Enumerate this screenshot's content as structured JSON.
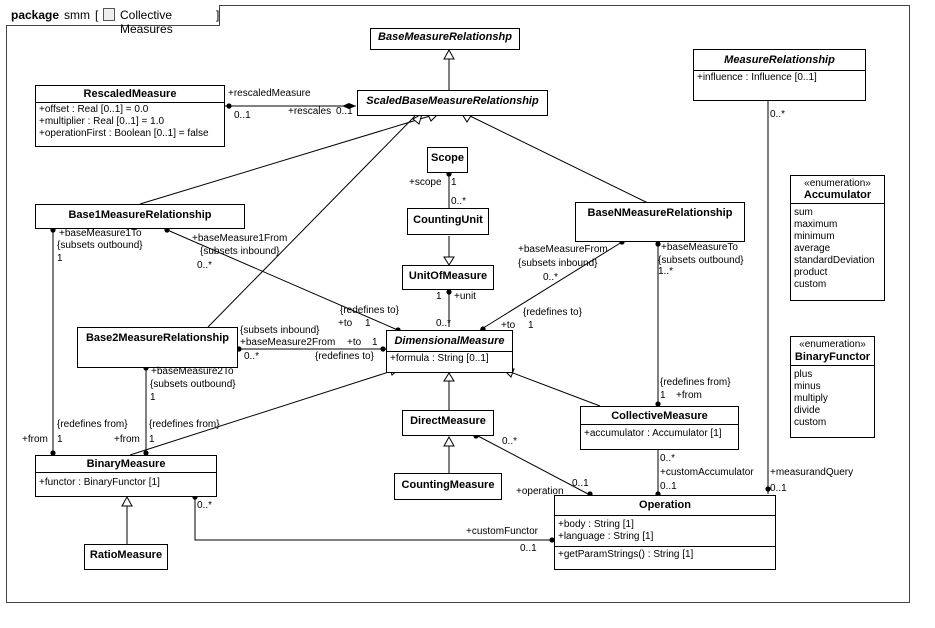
{
  "package": {
    "keyword": "package",
    "name": "smm",
    "ref": "Collective Measures"
  },
  "classes": {
    "base_measure_relationship": {
      "name": "BaseMeasureRelationshp"
    },
    "scaled_base": {
      "name": "ScaledBaseMeasureRelationship"
    },
    "rescaled_measure": {
      "name": "RescaledMeasure",
      "attrs": [
        "+offset : Real [0..1] = 0.0",
        "+multiplier : Real [0..1] = 1.0",
        "+operationFirst : Boolean [0..1] = false"
      ]
    },
    "measure_relationship": {
      "name": "MeasureRelationship",
      "attrs": [
        "+influence : Influence [0..1]"
      ]
    },
    "scope": {
      "name": "Scope"
    },
    "counting_unit": {
      "name": "CountingUnit"
    },
    "unit_of_measure": {
      "name": "UnitOfMeasure"
    },
    "base1": {
      "name": "Base1MeasureRelationship"
    },
    "basen": {
      "name": "BaseNMeasureRelationship"
    },
    "base2": {
      "name": "Base2MeasureRelationship"
    },
    "dimensional": {
      "name": "DimensionalMeasure",
      "attrs": [
        "+formula : String [0..1]"
      ]
    },
    "direct": {
      "name": "DirectMeasure"
    },
    "collective": {
      "name": "CollectiveMeasure",
      "attrs": [
        "+accumulator : Accumulator [1]"
      ]
    },
    "counting_measure": {
      "name": "CountingMeasure"
    },
    "binary": {
      "name": "BinaryMeasure",
      "attrs": [
        "+functor : BinaryFunctor [1]"
      ]
    },
    "ratio": {
      "name": "RatioMeasure"
    },
    "operation": {
      "name": "Operation",
      "attrs": [
        "+body : String [1]",
        "+language : String [1]"
      ],
      "ops": [
        "+getParamStrings() : String [1]"
      ]
    }
  },
  "enums": {
    "accumulator": {
      "stereotype": "«enumeration»",
      "name": "Accumulator",
      "literals": [
        "sum",
        "maximum",
        "minimum",
        "average",
        "standardDeviation",
        "product",
        "custom"
      ]
    },
    "binary_functor": {
      "stereotype": "«enumeration»",
      "name": "BinaryFunctor",
      "literals": [
        "plus",
        "minus",
        "multiply",
        "divide",
        "custom"
      ]
    }
  },
  "labels": {
    "rescaled_measure_role": "+rescaledMeasure",
    "rescaled_mult": "0..1",
    "rescales_role": "+rescales",
    "rescales_mult": "0..1",
    "mr_mult": "0..*",
    "scope_role": "+scope",
    "scope_mult": "1",
    "cu_mult": "0..*",
    "bm1to_role": "+baseMeasure1To",
    "bm1to_subsets": "{subsets outbound}",
    "bm1to_mult": "1",
    "bm1from_role": "+baseMeasure1From",
    "bm1from_subsets": "{subsets inbound}",
    "bm1from_mult": "0..*",
    "unit_mult": "1",
    "unit_role": "+unit",
    "bmfrom_role": "+baseMeasureFrom",
    "bmfrom_subsets": "{subsets inbound}",
    "bmfrom_mult": "0..*",
    "bmto_role": "+baseMeasureTo",
    "bmto_subsets": "{subsets outbound}",
    "bmto_mult": "1..*",
    "redef_to_1": "{redefines to}",
    "to_1": "+to",
    "to_1_mult": "1",
    "dm_mult": "0..*",
    "redef_to_n": "{redefines to}",
    "to_n": "+to",
    "to_n_mult": "1",
    "b2_subsets_in": "{subsets inbound}",
    "bm2from_role": "+baseMeasure2From",
    "to_2": "+to",
    "to_2_mult": "1",
    "bm2from_mult": "0..*",
    "redef_to_2": "{redefines to}",
    "bm2to_role": "+baseMeasure2To",
    "bm2to_subsets": "{subsets outbound}",
    "bm2to_mult": "1",
    "redef_from_1": "{redefines from}",
    "from_1": "+from",
    "from_1_mult": "1",
    "redef_from_2": "{redefines from}",
    "from_2": "+from",
    "from_2_mult": "1",
    "redef_from_n": "{redefines from}",
    "from_n_mult": "1",
    "from_n": "+from",
    "direct_op_mult": "0..*",
    "operation_role": "+operation",
    "operation_mult": "0..1",
    "cm_op_mult": "0..*",
    "custom_acc_role": "+customAccumulator",
    "custom_acc_mult": "0..1",
    "mq_role": "+measurandQuery",
    "mq_mult": "0..1",
    "bin_mult": "0..*",
    "custom_functor_role": "+customFunctor",
    "custom_functor_mult": "0..1"
  }
}
